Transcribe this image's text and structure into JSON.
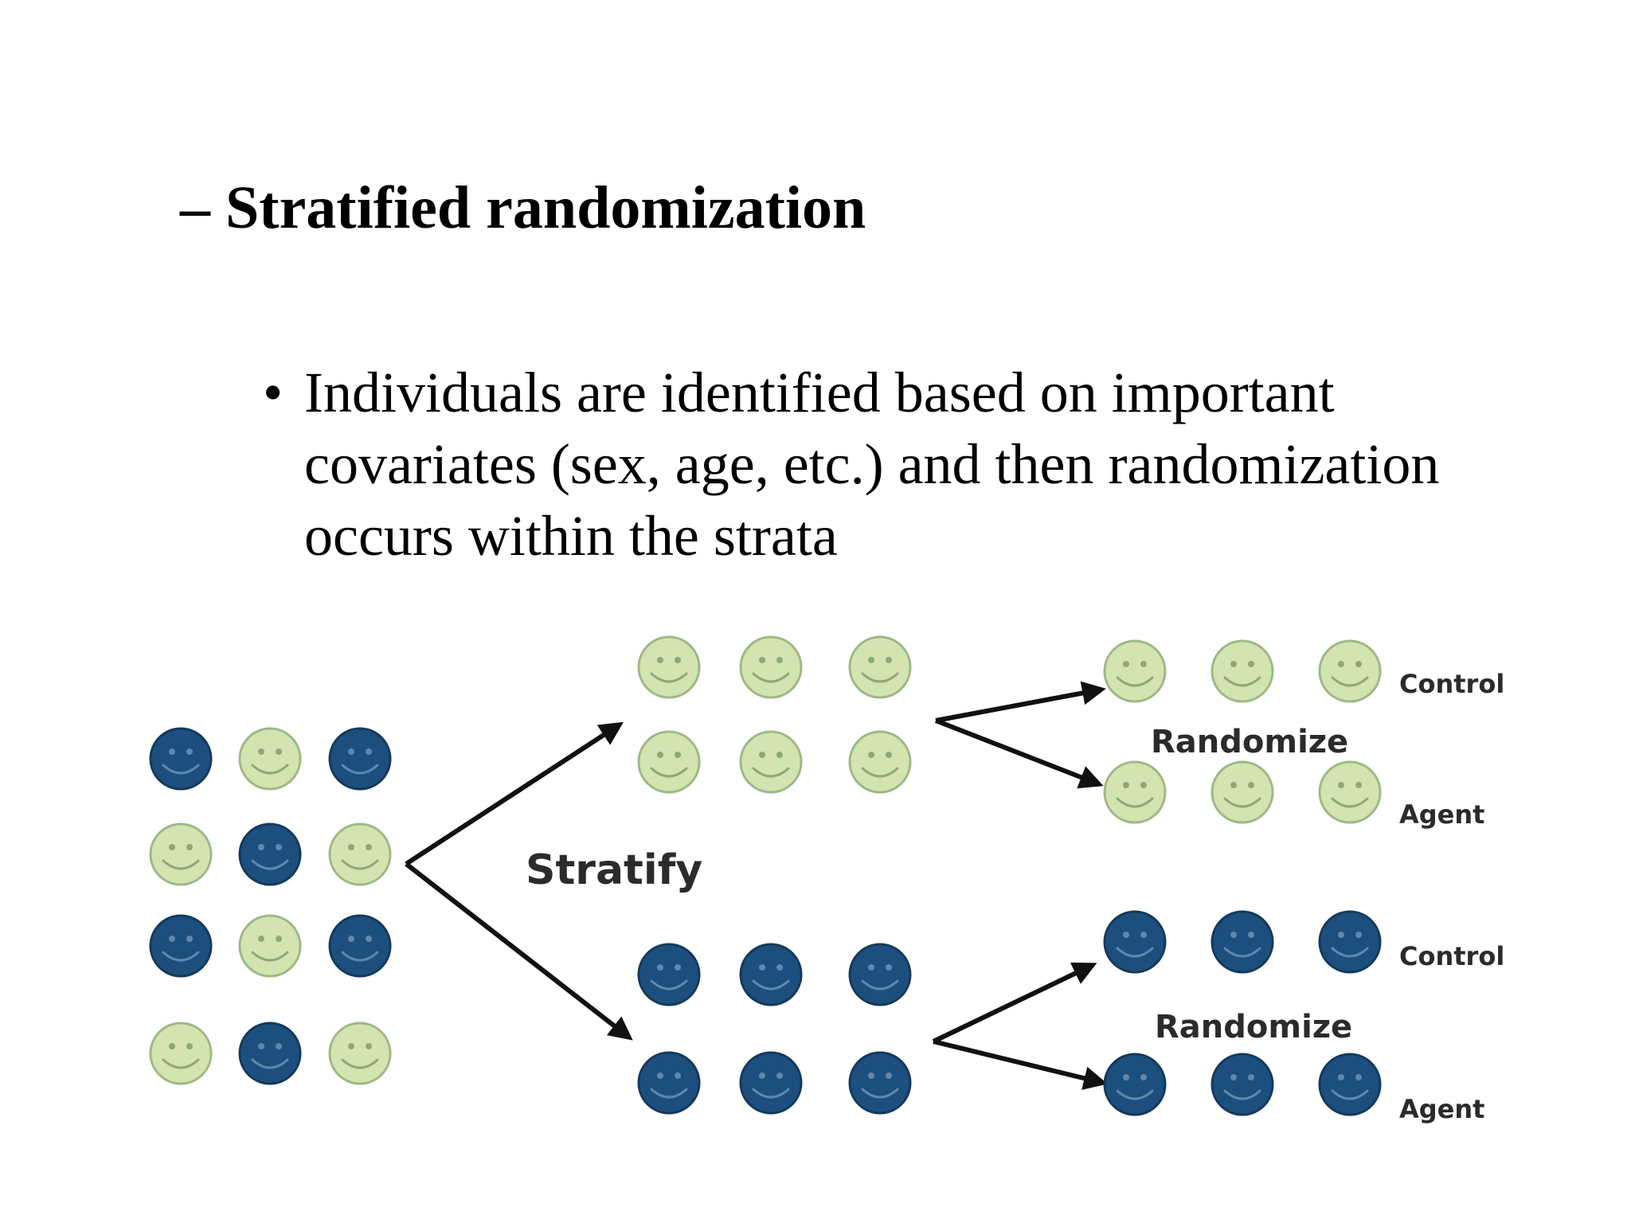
{
  "slide": {
    "heading": "– Stratified randomization",
    "bullet_marker": "•",
    "bullet_lines": [
      "Individuals are identified based on important",
      "covariates (sex, age, etc.) and then randomization",
      "occurs within the strata"
    ]
  },
  "diagram": {
    "labels": {
      "stratify": "Stratify",
      "randomize_top": "Randomize",
      "randomize_bottom": "Randomize",
      "control_top": "Control",
      "agent_top": "Agent",
      "control_bottom": "Control",
      "agent_bottom": "Agent"
    },
    "colors": {
      "light_face": "#d3e4b0",
      "light_outline": "#9db986",
      "dark_face": "#1c4f7e",
      "dark_outline": "#14395c",
      "arrow": "#111111"
    },
    "population_grid": [
      [
        "dark",
        "light",
        "dark"
      ],
      [
        "light",
        "dark",
        "light"
      ],
      [
        "dark",
        "light",
        "dark"
      ],
      [
        "light",
        "dark",
        "light"
      ]
    ],
    "stratum_light": [
      "light",
      "light",
      "light",
      "light",
      "light",
      "light"
    ],
    "stratum_dark": [
      "dark",
      "dark",
      "dark",
      "dark",
      "dark",
      "dark"
    ],
    "groups": {
      "light_control": [
        "light",
        "light",
        "light"
      ],
      "light_agent": [
        "light",
        "light",
        "light"
      ],
      "dark_control": [
        "dark",
        "dark",
        "dark"
      ],
      "dark_agent": [
        "dark",
        "dark",
        "dark"
      ]
    }
  }
}
